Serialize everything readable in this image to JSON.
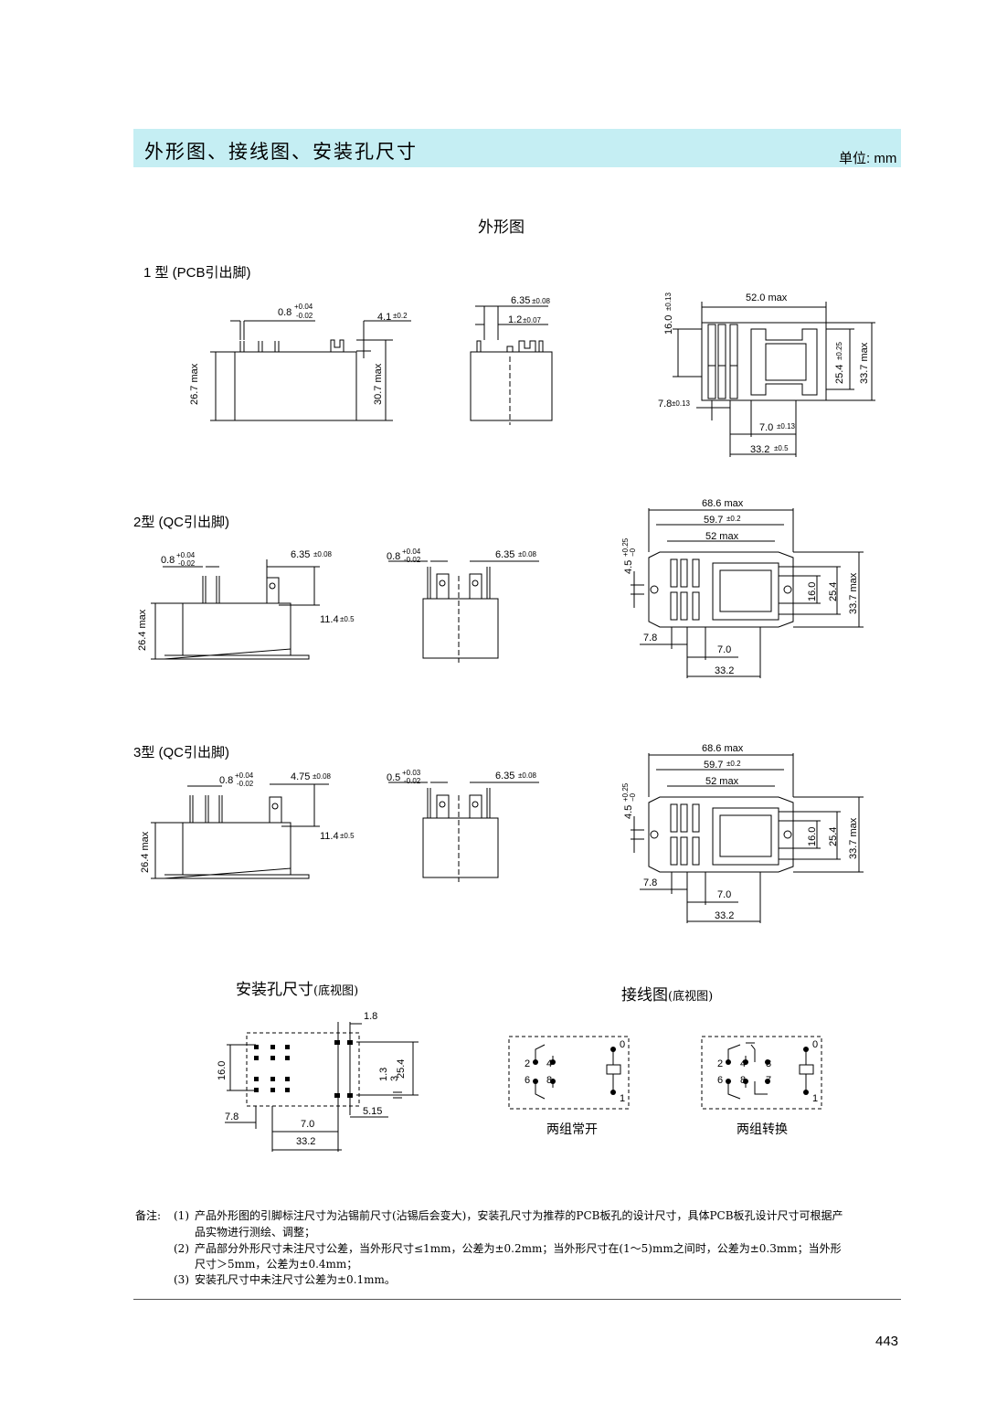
{
  "header": {
    "title": "外形图、接线图、安装孔尺寸",
    "unit": "单位: mm",
    "bar_color": "#c5eef3"
  },
  "outline": {
    "title": "外形图"
  },
  "type1": {
    "label": "1 型 (PCB引出脚)",
    "dims": {
      "pin_w": "0.8",
      "pin_tol_plus": "+0.04",
      "pin_tol_minus": "-0.02",
      "d41": "4.1",
      "d41_tol": "±0.2",
      "h267": "26.7 max",
      "h307": "30.7 max",
      "d635": "6.35",
      "d635_tol": "±0.08",
      "d12": "1.2",
      "d12_tol": "±0.07",
      "d160": "16.0",
      "d160_tol": "±0.13",
      "w520": "52.0 max",
      "d254": "25.4",
      "d254_tol": "±0.25",
      "h337": "33.7 max",
      "d78": "7.8",
      "d78_tol": "±0.13",
      "d70": "7.0",
      "d70_tol": "±0.13",
      "d332": "33.2",
      "d332_tol": "±0.5"
    }
  },
  "type2": {
    "label": "2型 (QC引出脚)",
    "dims": {
      "pin_w": "0.8",
      "pin_tol_plus": "+0.04",
      "pin_tol_minus": "-0.02",
      "d635": "6.35",
      "d635_tol": "±0.08",
      "d114": "11.4",
      "d114_tol": "±0.5",
      "h264": "26.4 max",
      "w686": "68.6 max",
      "d597": "59.7",
      "d597_tol": "±0.2",
      "w52": "52 max",
      "d45": "4.5",
      "d45_tol_plus": "+0.25",
      "d45_tol_minus": "−0",
      "d160": "16.0",
      "d254": "25.4",
      "h337": "33.7 max",
      "d78": "7.8",
      "d70": "7.0",
      "d332": "33.2"
    }
  },
  "type3": {
    "label": "3型 (QC引出脚)",
    "dims": {
      "pin_w": "0.8",
      "pin_tol_plus": "+0.04",
      "pin_tol_minus": "-0.02",
      "d475": "4.75",
      "d475_tol": "±0.08",
      "d114": "11.4",
      "d114_tol": "±0.5",
      "h264": "26.4 max",
      "pin_w2": "0.5",
      "pin2_tol_plus": "+0.03",
      "pin2_tol_minus": "-0.02",
      "d635": "6.35",
      "d635_tol": "±0.08",
      "w686": "68.6 max",
      "d597": "59.7",
      "d597_tol": "±0.2",
      "w52": "52 max",
      "d45": "4.5",
      "d45_tol_plus": "+0.25",
      "d45_tol_minus": "−0",
      "d160": "16.0",
      "d254": "25.4",
      "h337": "33.7 max",
      "d78": "7.8",
      "d70": "7.0",
      "d332": "33.2"
    }
  },
  "mounting": {
    "title": "安装孔尺寸",
    "subtitle": "(底视图)",
    "dims": {
      "d18": "1.8",
      "d160": "16.0",
      "d254": "25.4",
      "d13": "1.3",
      "d3": "3",
      "d515": "5.15",
      "d78": "7.8",
      "d70": "7.0",
      "d332": "33.2"
    }
  },
  "wiring": {
    "title": "接线图",
    "subtitle": "(底视图)",
    "diagrams": [
      {
        "caption": "两组常开",
        "pins": [
          "0",
          "2",
          "4",
          "6",
          "8",
          "1"
        ]
      },
      {
        "caption": "两组转换",
        "pins": [
          "0",
          "2",
          "4",
          "3",
          "6",
          "8",
          "7",
          "1"
        ]
      }
    ]
  },
  "notes": {
    "label": "备注:",
    "items": [
      {
        "num": "(1)",
        "line1": "产品外形图的引脚标注尺寸为沾锡前尺寸(沾锡后会变大)，安装孔尺寸为推荐的PCB板孔的设计尺寸，具体PCB板孔设计尺寸可根据产",
        "line2": "品实物进行测绘、调整；"
      },
      {
        "num": "(2)",
        "line1": "产品部分外形尺寸未注尺寸公差，当外形尺寸≤1mm，公差为±0.2mm；当外形尺寸在(1～5)mm之间时，公差为±0.3mm；当外形",
        "line2": "尺寸＞5mm，公差为±0.4mm；"
      },
      {
        "num": "(3)",
        "line1": "安装孔尺寸中未注尺寸公差为±0.1mm。",
        "line2": ""
      }
    ]
  },
  "page_number": "443"
}
